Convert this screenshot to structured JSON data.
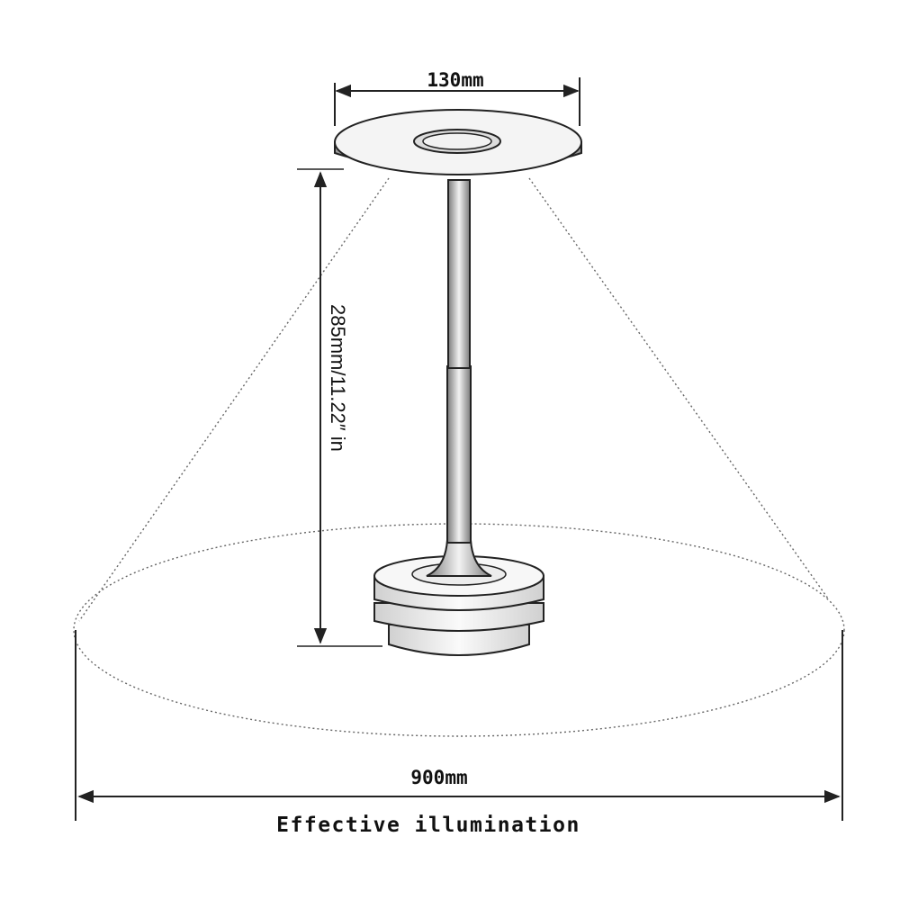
{
  "diagram": {
    "top_width_label": "130mm",
    "height_label": "285mm/11.22″ in",
    "illumination_width_label": "900mm",
    "caption": "Effective illumination"
  },
  "colors": {
    "line": "#222222",
    "dotted": "#666666",
    "lamp_fill": "#f4f4f4",
    "lamp_dark": "#bdbdbd"
  },
  "icons": {
    "arrow": "arrowhead-icon"
  }
}
